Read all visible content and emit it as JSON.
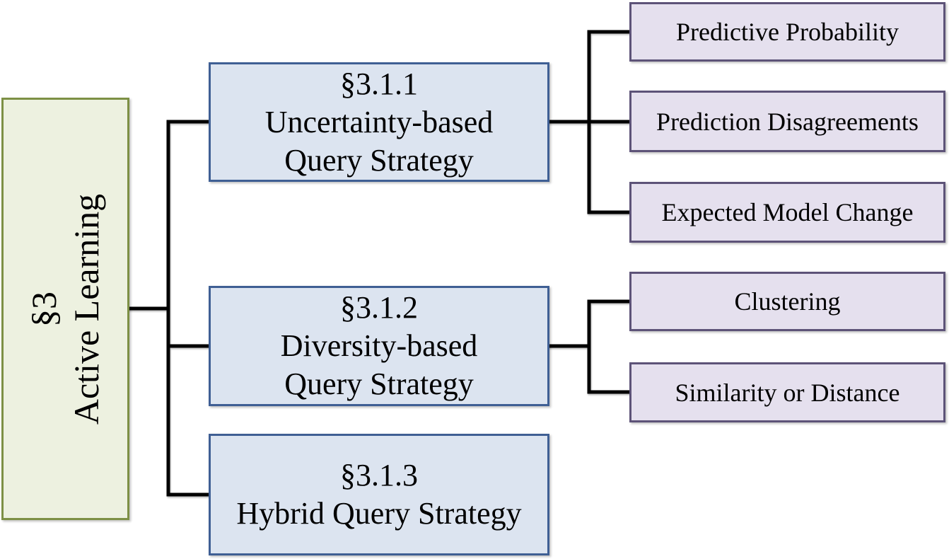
{
  "colors": {
    "background": "#ffffff",
    "text": "#000000",
    "connector": "#000000",
    "root_fill": "#edf1e0",
    "root_border": "#7d9045",
    "branch_fill": "#dce4f0",
    "branch_border": "#3f5f94",
    "leaf_fill": "#e5e0ee",
    "leaf_border": "#5d5378"
  },
  "tree": {
    "root": {
      "lines": [
        "§3",
        "Active Learning"
      ]
    },
    "branches": [
      {
        "lines": [
          "§3.1.1",
          "Uncertainty-based",
          "Query Strategy"
        ],
        "children": [
          "Predictive Probability",
          "Prediction Disagreements",
          "Expected Model Change"
        ]
      },
      {
        "lines": [
          "§3.1.2",
          "Diversity-based",
          "Query Strategy"
        ],
        "children": [
          "Clustering",
          "Similarity or Distance"
        ]
      },
      {
        "lines": [
          "§3.1.3",
          "Hybrid Query Strategy"
        ],
        "children": []
      }
    ]
  }
}
